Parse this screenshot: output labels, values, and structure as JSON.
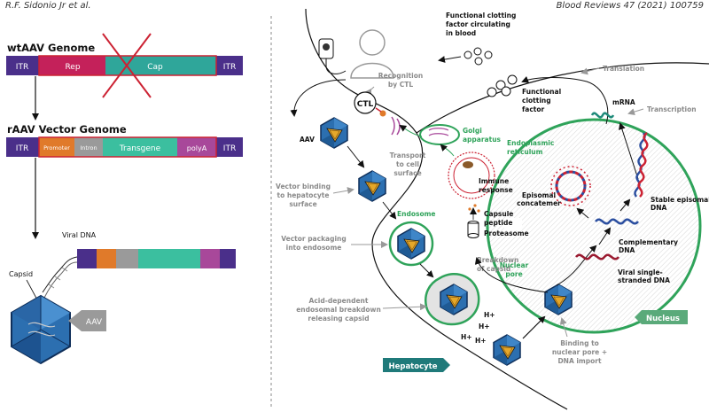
{
  "header": {
    "left": "R.F. Sidonio Jr et al.",
    "right": "Blood Reviews 47 (2021) 100759"
  },
  "left_panel": {
    "wt_title": "wtAAV Genome",
    "wt_segments": [
      "ITR",
      "Rep",
      "Cap",
      "ITR"
    ],
    "r_title": "rAAV Vector Genome",
    "r_segments": [
      "ITR",
      "Promoter",
      "Intron",
      "Transgene",
      "polyA",
      "ITR"
    ],
    "viral_dna": "Viral DNA",
    "capsid": "Capsid",
    "aav_tag": "AAV"
  },
  "right_panel": {
    "functional_circulating": [
      "Functional clotting",
      "factor circulating",
      "in blood"
    ],
    "recognition": [
      "Recognition",
      "by CTL"
    ],
    "ctl": "CTL",
    "translation": "Translation",
    "functional_factor": [
      "Functional",
      "clotting",
      "factor"
    ],
    "mrna": "mRNA",
    "transcription": "Transcription",
    "aav": "AAV",
    "golgi": [
      "Golgi",
      "apparatus"
    ],
    "transport": [
      "Transport",
      "to cell",
      "surface"
    ],
    "er": [
      "Endoplasmic",
      "reticulum"
    ],
    "immune": [
      "Immune",
      "response"
    ],
    "capsule": [
      "Capsule",
      "peptide"
    ],
    "proteasome": "Proteasome",
    "episomal": [
      "Episomal",
      "concatemer"
    ],
    "stable": [
      "Stable episomal",
      "DNA"
    ],
    "complementary": [
      "Complementary",
      "DNA"
    ],
    "viral_ss": [
      "Viral single-",
      "stranded DNA"
    ],
    "vector_binding": [
      "Vector binding",
      "to hepatocyte",
      "surface"
    ],
    "endosome": "Endosome",
    "vector_packaging": [
      "Vector packaging",
      "into endosome"
    ],
    "breakdown": [
      "Breakdown",
      "of capsid"
    ],
    "nuclear_pore": [
      "Nuclear",
      "pore"
    ],
    "acid": [
      "Acid-dependent",
      "endosomal breakdown",
      "releasing capsid"
    ],
    "hplus": [
      "H+",
      "H+",
      "H+",
      "H+"
    ],
    "binding_pore": [
      "Binding to",
      "nuclear pore +",
      "DNA import"
    ],
    "nucleus": "Nucleus",
    "hepatocyte": "Hepatocyte"
  },
  "colors": {
    "itr": "#4a2f8a",
    "rep": "#c4215a",
    "cap": "#2fa69a",
    "promoter": "#e07a2a",
    "intron": "#9a9a9a",
    "transgene": "#3bbf9f",
    "polya": "#a8489a",
    "outline": "#cc2233",
    "green": "#2fa35a",
    "teal": "#1f8a7a",
    "capsid_blue": "#1f4f8a",
    "gold": "#e0a52a"
  }
}
